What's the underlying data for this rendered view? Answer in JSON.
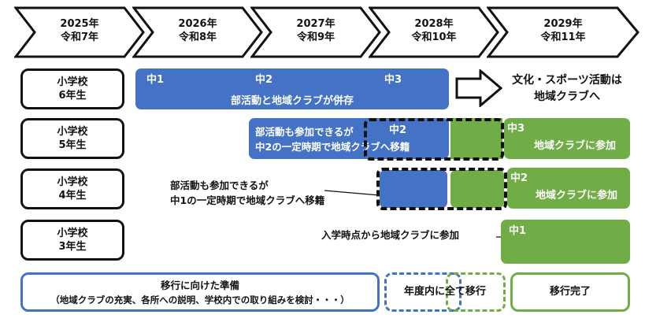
{
  "timeline": [
    {
      "year": "2025年",
      "era": "令和7年"
    },
    {
      "year": "2026年",
      "era": "令和8年"
    },
    {
      "year": "2027年",
      "era": "令和9年"
    },
    {
      "year": "2028年",
      "era": "令和10年"
    },
    {
      "year": "2029年",
      "era": "令和11年"
    }
  ],
  "grades": [
    {
      "school": "小学校",
      "year": "6年生"
    },
    {
      "school": "小学校",
      "year": "5年生"
    },
    {
      "school": "小学校",
      "year": "4年生"
    },
    {
      "school": "小学校",
      "year": "3年生"
    }
  ],
  "row6": {
    "tag_1": "中1",
    "tag_2": "中2",
    "tag_3": "中3",
    "bar_text": "部活動と地域クラブが併存",
    "result_line1": "文化・スポーツ活動は",
    "result_line2": "地域クラブへ"
  },
  "row5": {
    "note_line1": "部活動も参加できるが",
    "note_line2": "中2の一定時期で地域クラブへ移籍",
    "tag_2": "中2",
    "tag_3": "中3",
    "green_text": "地域クラブに参加"
  },
  "row4": {
    "note_line1": "部活動も参加できるが",
    "note_line2": "中1の一定時期で地域クラブへ移籍",
    "tag_2": "中2",
    "green_text": "地域クラブに参加"
  },
  "row3": {
    "note": "入学時点から地域クラブに参加",
    "tag_1": "中1"
  },
  "bottom": {
    "prep_title": "移行に向けた準備",
    "prep_detail": "（地域クラブの充実、各所への説明、学校内での取り組みを検討・・・）",
    "transition": "年度内に全て移行",
    "complete": "移行完了"
  },
  "colors": {
    "blue": "#4472c4",
    "green": "#70ad47",
    "outline": "#111111"
  }
}
